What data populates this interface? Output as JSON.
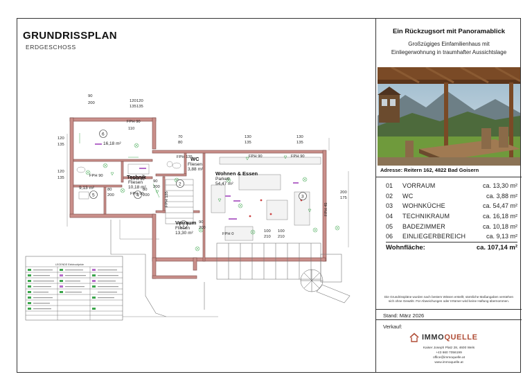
{
  "plan": {
    "title": "GRUNDRISSPLAN",
    "subtitle": "ERDGESCHOSS",
    "labels": {
      "wc": "WC",
      "wc_floor": "Fliesen",
      "wc_area": "3,88 m²",
      "wohnen": "Wohnen & Essen",
      "wohnen_floor": "Parkett",
      "wohnen_area": "54,47 m²",
      "technik": "Technik",
      "technik_floor": "Fliesen",
      "technik_area": "10,18 m²",
      "vorraum": "Vorraum",
      "vorraum_floor": "Fliesen",
      "vorraum_area": "13,30 m²",
      "room6_area": "16,18 m²",
      "room5_area": "9,13 m²",
      "room_number_1": "1",
      "room_number_2": "2",
      "room_number_3": "3",
      "room_number_4": "4",
      "room_number_5": "5",
      "room_number_6": "6",
      "fph_90": "FPH 90",
      "fph_0": "FPH 0",
      "fph_45": "FPH 45",
      "fph_135": "FPH 135",
      "dim_90": "90",
      "dim_200": "200",
      "dim_120": "120",
      "dim_135": "135",
      "dim_70": "70",
      "dim_80": "80",
      "dim_175": "175",
      "dim_130": "130",
      "dim_110": "110",
      "dim_210": "210",
      "dim_100": "100",
      "legend_title": "LEGENDE Elektroobjekte"
    }
  },
  "panel": {
    "title": "Ein Rückzugsort mit Panoramablick",
    "subtitle_line1": "Großzügiges Einfamilienhaus mit",
    "subtitle_line2": "Einliegerwohnung in traumhafter Aussichtslage",
    "address": "Adresse:  Reitern 162, 4822 Bad Goisern",
    "rooms": [
      {
        "num": "01",
        "name": "VORRAUM",
        "area": "ca. 13,30 m²"
      },
      {
        "num": "02",
        "name": "WC",
        "area": "ca. 3,88 m²"
      },
      {
        "num": "03",
        "name": "WOHNKÜCHE",
        "area": "ca. 54,47 m²"
      },
      {
        "num": "04",
        "name": "TECHNIKRAUM",
        "area": "ca. 16,18 m²"
      },
      {
        "num": "05",
        "name": "BADEZIMMER",
        "area": "ca. 10,18 m²"
      },
      {
        "num": "06",
        "name": "EINLIEGERBEREICH",
        "area": "ca. 9,13 m²"
      }
    ],
    "total_label": "Wohnfläche:",
    "total_value": "ca. 107,14 m²",
    "disclaimer_line1": "Die Grundrisspläne wurden nach bestem Wissen erstellt; sämtliche Maßangaben verstehen",
    "disclaimer_line2": "sich ohne Gewähr. Für Abweichungen oder Irrtümer wird keine Haftung übernommen.",
    "stand": "Stand: März 2026",
    "verkauf": "Verkauf:",
    "logo_part1": "IMMO",
    "logo_part2": "QUELLE",
    "contact_address": "Kaiser Joseph Platz 28, 4600 Wels",
    "contact_phone": "+43 660 7056199",
    "contact_email": "office@immoquelle.at",
    "contact_web": "www.immoquelle.at"
  },
  "colors": {
    "wall": "#c98f8a",
    "wall_stroke": "#7a4a46",
    "accent": "#b04d36",
    "electrical": "#3aa54a"
  }
}
